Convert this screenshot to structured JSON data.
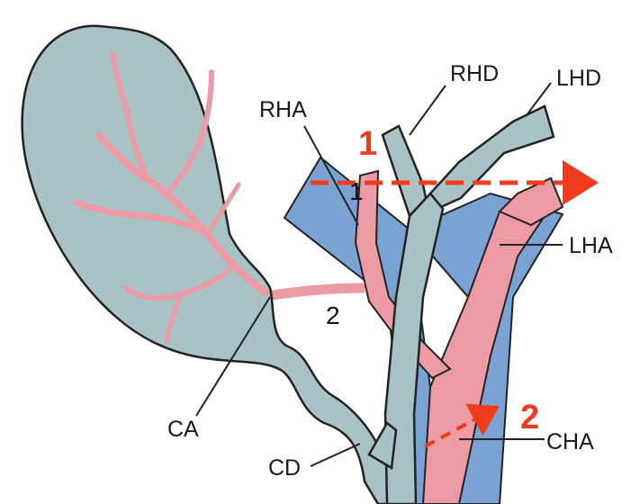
{
  "labels": {
    "rhd": "RHD",
    "lhd": "LHD",
    "rha": "RHA",
    "lha": "LHA",
    "ca": "CA",
    "cd": "CD",
    "cha": "CHA"
  },
  "markers": {
    "red_1": "1",
    "red_2": "2",
    "black_1": "1",
    "black_2": "2"
  },
  "colors": {
    "duct": "#a9c2c5",
    "artery_red": "#ec9aa3",
    "vein_blue": "#7aa3d4",
    "outline": "#222222",
    "marker_red": "#f03b1c"
  }
}
